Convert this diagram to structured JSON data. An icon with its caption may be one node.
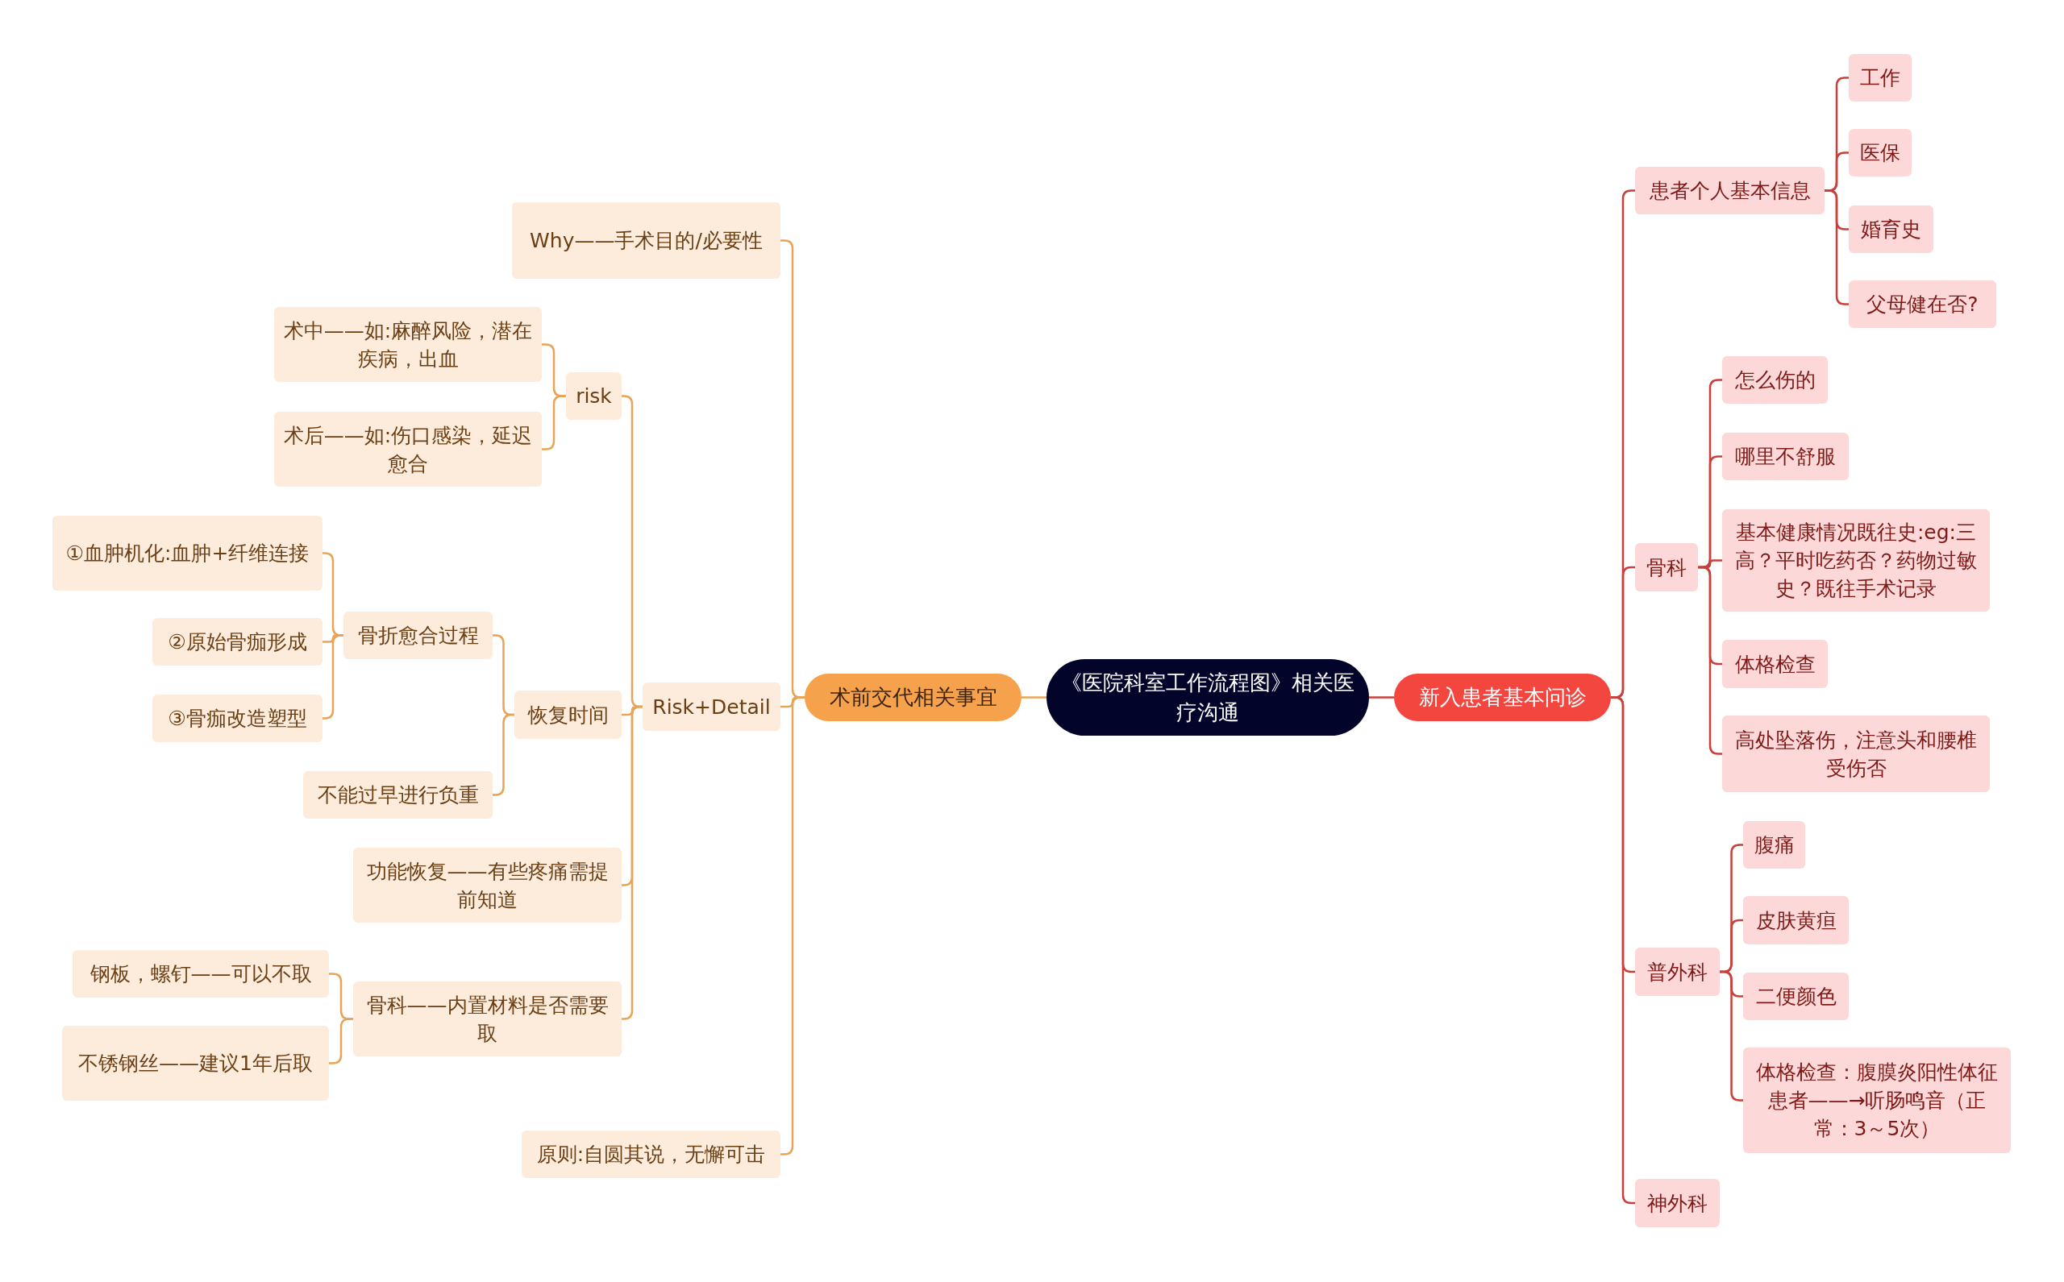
{
  "diagram": {
    "nodes": [
      {
        "text": [
          "《医院科室工作流程图》相关医疗沟通"
        ]
      },
      {
        "text": [
          "术前交代相关事宜"
        ]
      },
      {
        "text": [
          "新入患者基本问诊"
        ]
      },
      {
        "text": [
          "Why——手术目的/必要性"
        ]
      },
      {
        "text": [
          "Risk+Detail"
        ]
      },
      {
        "text": [
          "原则:自圆其说，无懈可击"
        ]
      },
      {
        "text": [
          "risk"
        ]
      },
      {
        "text": [
          "恢复时间"
        ]
      },
      {
        "text": [
          "功能恢复——有些疼痛需提前知道"
        ]
      },
      {
        "text": [
          "骨科——内置材料是否需要取"
        ]
      },
      {
        "text": [
          "术中——如:麻醉风险，潜在疾病，出血"
        ]
      },
      {
        "text": [
          "术后——如:伤口感染，延迟愈合"
        ]
      },
      {
        "text": [
          "骨折愈合过程"
        ]
      },
      {
        "text": [
          "不能过早进行负重"
        ]
      },
      {
        "text": [
          "①血肿机化:血肿+纤维连接"
        ]
      },
      {
        "text": [
          "②原始骨痂形成"
        ]
      },
      {
        "text": [
          "③骨痂改造塑型"
        ]
      },
      {
        "text": [
          "钢板，螺钉——可以不取"
        ]
      },
      {
        "text": [
          "不锈钢丝——建议1年后取"
        ]
      },
      {
        "text": [
          "患者个人基本信息"
        ]
      },
      {
        "text": [
          "骨科"
        ]
      },
      {
        "text": [
          "普外科"
        ]
      },
      {
        "text": [
          "神外科"
        ]
      },
      {
        "text": [
          "工作"
        ]
      },
      {
        "text": [
          "医保"
        ]
      },
      {
        "text": [
          "婚育史"
        ]
      },
      {
        "text": [
          "父母健在否?"
        ]
      },
      {
        "text": [
          "怎么伤的"
        ]
      },
      {
        "text": [
          "哪里不舒服"
        ]
      },
      {
        "text": [
          "基本健康情况既往史:eg:三高？平时吃药否？药物过敏史？既往手术记录"
        ]
      },
      {
        "text": [
          "体格检查"
        ]
      },
      {
        "text": [
          "高处坠落伤，注意头和腰椎受伤否"
        ]
      },
      {
        "text": [
          "腹痛"
        ]
      },
      {
        "text": [
          "皮肤黄疸"
        ]
      },
      {
        "text": [
          "二便颜色"
        ]
      },
      {
        "text": [
          "体格检查：腹膜炎阳性体征患者——→听肠鸣音（正常：3～5次）"
        ]
      }
    ],
    "edges": [
      {
        "from": 0,
        "to": 1,
        "arrow": "none",
        "color": "#e8a457"
      },
      {
        "from": 0,
        "to": 2,
        "arrow": "none"
      },
      {
        "from": 1,
        "to": 3,
        "arrow": "none",
        "color": "#e8a457"
      },
      {
        "from": 1,
        "to": 4,
        "arrow": "none",
        "color": "#e8a457"
      },
      {
        "from": 1,
        "to": 5,
        "arrow": "none",
        "color": "#e8a457"
      },
      {
        "from": 4,
        "to": 6,
        "arrow": "none",
        "color": "#e8a457"
      },
      {
        "from": 4,
        "to": 7,
        "arrow": "none",
        "color": "#e8a457"
      },
      {
        "from": 4,
        "to": 8,
        "arrow": "none",
        "color": "#e8a457"
      },
      {
        "from": 4,
        "to": 9,
        "arrow": "none",
        "color": "#e8a457"
      },
      {
        "from": 6,
        "to": 10,
        "arrow": "none",
        "color": "#e8a457"
      },
      {
        "from": 6,
        "to": 11,
        "arrow": "none",
        "color": "#e8a457"
      },
      {
        "from": 7,
        "to": 12,
        "arrow": "none",
        "color": "#e8a457"
      },
      {
        "from": 7,
        "to": 13,
        "arrow": "none",
        "color": "#e8a457"
      },
      {
        "from": 12,
        "to": 14,
        "arrow": "none",
        "color": "#e8a457"
      },
      {
        "from": 12,
        "to": 15,
        "arrow": "none",
        "color": "#e8a457"
      },
      {
        "from": 12,
        "to": 16,
        "arrow": "none",
        "color": "#e8a457"
      },
      {
        "from": 9,
        "to": 17,
        "arrow": "none",
        "color": "#e8a457"
      },
      {
        "from": 9,
        "to": 18,
        "arrow": "none",
        "color": "#e8a457"
      },
      {
        "from": 2,
        "to": 19,
        "arrow": "none"
      },
      {
        "from": 2,
        "to": 20,
        "arrow": "none"
      },
      {
        "from": 2,
        "to": 21,
        "arrow": "none"
      },
      {
        "from": 2,
        "to": 22,
        "arrow": "none"
      },
      {
        "from": 19,
        "to": 23,
        "arrow": "none"
      },
      {
        "from": 19,
        "to": 24,
        "arrow": "none"
      },
      {
        "from": 19,
        "to": 25,
        "arrow": "none"
      },
      {
        "from": 19,
        "to": 26,
        "arrow": "none"
      },
      {
        "from": 20,
        "to": 27,
        "arrow": "none"
      },
      {
        "from": 20,
        "to": 28,
        "arrow": "none"
      },
      {
        "from": 20,
        "to": 29,
        "arrow": "none"
      },
      {
        "from": 20,
        "to": 30,
        "arrow": "none"
      },
      {
        "from": 20,
        "to": 31,
        "arrow": "none"
      },
      {
        "from": 21,
        "to": 32,
        "arrow": "none"
      },
      {
        "from": 21,
        "to": 33,
        "arrow": "none"
      },
      {
        "from": 21,
        "to": 34,
        "arrow": "none"
      },
      {
        "from": 21,
        "to": 35,
        "arrow": "none"
      }
    ]
  }
}
